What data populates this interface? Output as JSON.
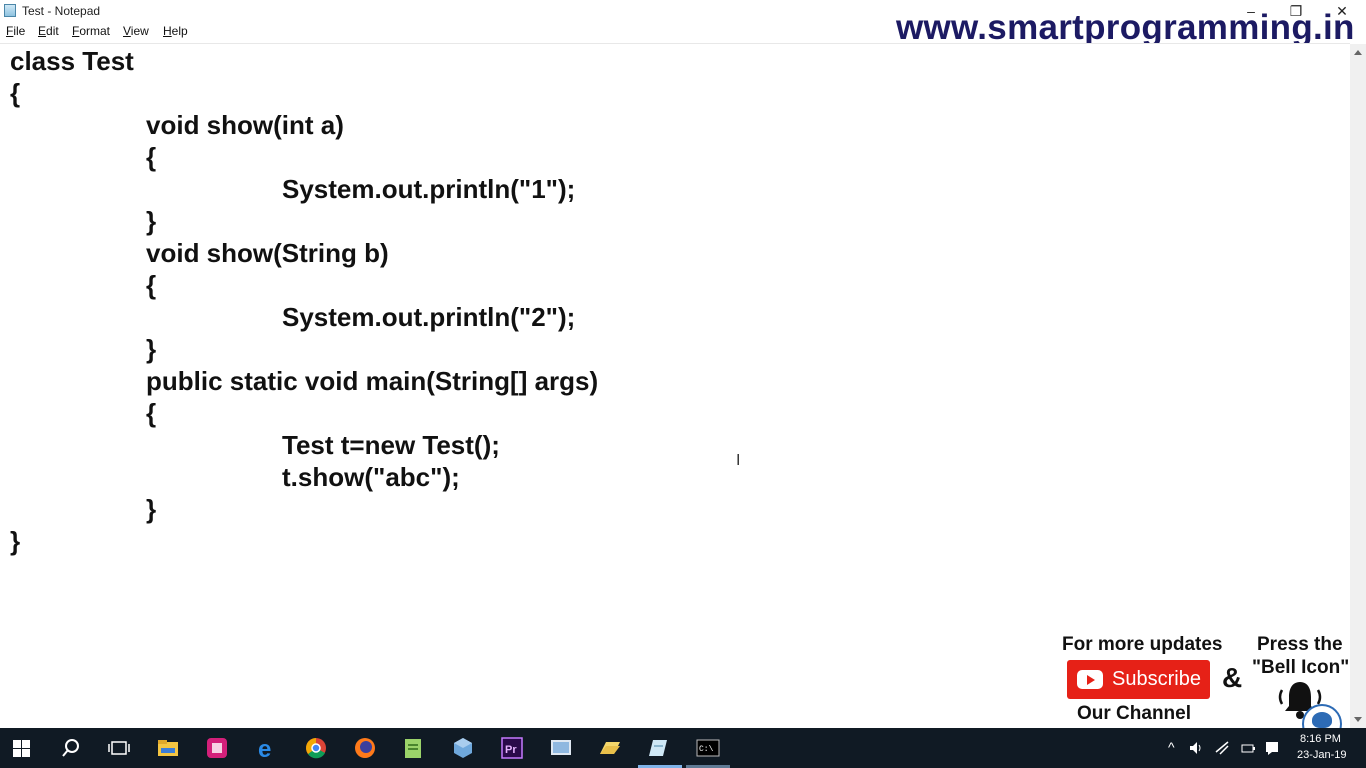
{
  "window": {
    "title": "Test - Notepad",
    "controls": [
      "–",
      "❐",
      "✕"
    ]
  },
  "watermark": "www.smartprogramming.in",
  "menu": [
    {
      "underline": "F",
      "rest": "ile"
    },
    {
      "underline": "E",
      "rest": "dit"
    },
    {
      "underline": "F",
      "rest": "ormat"
    },
    {
      "underline": "V",
      "rest": "iew"
    },
    {
      "underline": "H",
      "rest": "elp"
    }
  ],
  "code": [
    "class Test",
    "{",
    "void show(int a)",
    "{",
    "System.out.println(\"1\");",
    "}",
    "void show(String b)",
    "{",
    "System.out.println(\"2\");",
    "}",
    "public static void main(String[] args)",
    "{",
    "Test t=new Test();",
    "t.show(\"abc\");",
    "}",
    "}"
  ],
  "promo": {
    "updates": "For more updates",
    "subscribe": "Subscribe",
    "ampersand": "&",
    "channel": "Our Channel",
    "press_line1": "Press the",
    "press_line2": "\"Bell Icon\""
  },
  "taskbar": {
    "apps": [
      "windows-start-icon",
      "search-icon",
      "task-view-icon",
      "file-explorer-icon",
      "app-pink-icon",
      "edge-icon",
      "chrome-icon",
      "firefox-icon",
      "notepadpp-icon",
      "virtualbox-icon",
      "premiere-icon",
      "control-panel-icon",
      "folder-icon",
      "notepad-icon",
      "cmd-icon"
    ],
    "time": "8:16 PM",
    "date": "23-Jan-19"
  },
  "colors": {
    "watermark": "#1c1a63",
    "subscribe_red": "#e62117",
    "taskbar": "#101a24"
  }
}
